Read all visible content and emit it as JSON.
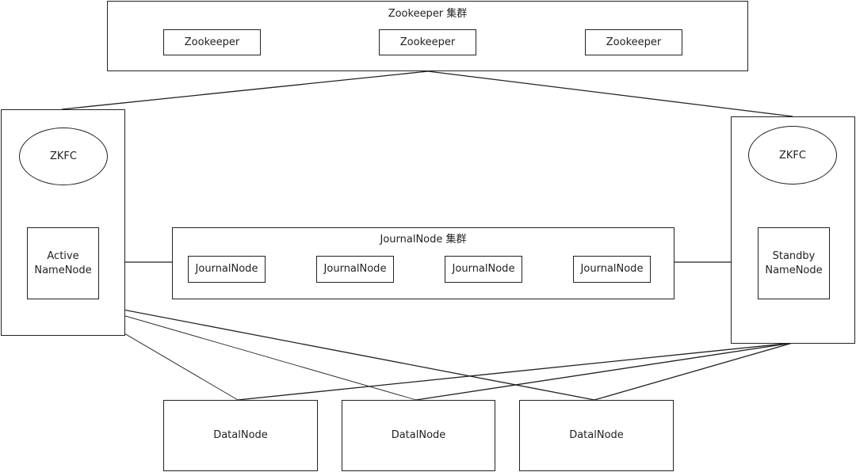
{
  "zookeeper_cluster": {
    "title": "Zookeeper 集群",
    "nodes": [
      "Zookeeper",
      "Zookeeper",
      "Zookeeper"
    ]
  },
  "active_side": {
    "zkfc": "ZKFC",
    "namenode_line1": "Active",
    "namenode_line2": "NameNode"
  },
  "standby_side": {
    "zkfc": "ZKFC",
    "namenode_line1": "Standby",
    "namenode_line2": "NameNode"
  },
  "journal_cluster": {
    "title": "JournalNode 集群",
    "nodes": [
      "JournalNode",
      "JournalNode",
      "JournalNode",
      "JournalNode"
    ]
  },
  "datanodes": [
    "DatalNode",
    "DatalNode",
    "DatalNode"
  ],
  "colors": {
    "stroke": "#222222",
    "background": "#ffffff"
  }
}
